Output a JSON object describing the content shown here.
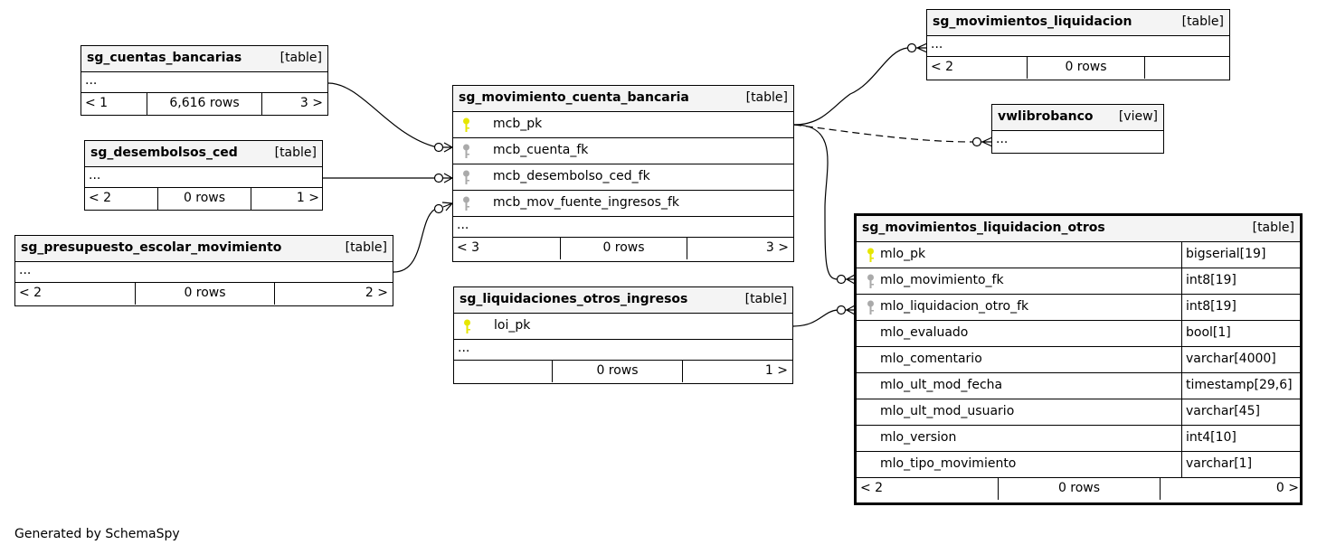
{
  "tables": {
    "cuentas": {
      "name": "sg_cuentas_bancarias",
      "kind": "[table]",
      "ellipsis": "...",
      "foot_left": "< 1",
      "foot_mid": "6,616 rows",
      "foot_right": "3 >"
    },
    "desembolsos": {
      "name": "sg_desembolsos_ced",
      "kind": "[table]",
      "ellipsis": "...",
      "foot_left": "< 2",
      "foot_mid": "0 rows",
      "foot_right": "1 >"
    },
    "presupuesto": {
      "name": "sg_presupuesto_escolar_movimiento",
      "kind": "[table]",
      "ellipsis": "...",
      "foot_left": "< 2",
      "foot_mid": "0 rows",
      "foot_right": "2 >"
    },
    "movimiento": {
      "name": "sg_movimiento_cuenta_bancaria",
      "kind": "[table]",
      "columns": [
        "mcb_pk",
        "mcb_cuenta_fk",
        "mcb_desembolso_ced_fk",
        "mcb_mov_fuente_ingresos_fk"
      ],
      "ellipsis": "...",
      "foot_left": "< 3",
      "foot_mid": "0 rows",
      "foot_right": "3 >"
    },
    "liquidaciones": {
      "name": "sg_liquidaciones_otros_ingresos",
      "kind": "[table]",
      "columns": [
        "loi_pk"
      ],
      "ellipsis": "...",
      "foot_left": "",
      "foot_mid": "0 rows",
      "foot_right": "1 >"
    },
    "movliq": {
      "name": "sg_movimientos_liquidacion",
      "kind": "[table]",
      "ellipsis": "...",
      "foot_left": "< 2",
      "foot_mid": "0 rows",
      "foot_right": ""
    },
    "vwlibro": {
      "name": "vwlibrobanco",
      "kind": "[view]",
      "ellipsis": "..."
    },
    "otros": {
      "name": "sg_movimientos_liquidacion_otros",
      "kind": "[table]",
      "columns": [
        {
          "name": "mlo_pk",
          "type": "bigserial[19]"
        },
        {
          "name": "mlo_movimiento_fk",
          "type": "int8[19]"
        },
        {
          "name": "mlo_liquidacion_otro_fk",
          "type": "int8[19]"
        },
        {
          "name": "mlo_evaluado",
          "type": "bool[1]"
        },
        {
          "name": "mlo_comentario",
          "type": "varchar[4000]"
        },
        {
          "name": "mlo_ult_mod_fecha",
          "type": "timestamp[29,6]"
        },
        {
          "name": "mlo_ult_mod_usuario",
          "type": "varchar[45]"
        },
        {
          "name": "mlo_version",
          "type": "int4[10]"
        },
        {
          "name": "mlo_tipo_movimiento",
          "type": "varchar[1]"
        }
      ],
      "foot_left": "< 2",
      "foot_mid": "0 rows",
      "foot_right": "0 >"
    }
  },
  "key_icons": {
    "primary": "key-icon",
    "foreign": "key-icon",
    "primary_color": "#e6e600",
    "foreign_color": "#aaaaaa"
  },
  "credit": "Generated by SchemaSpy"
}
